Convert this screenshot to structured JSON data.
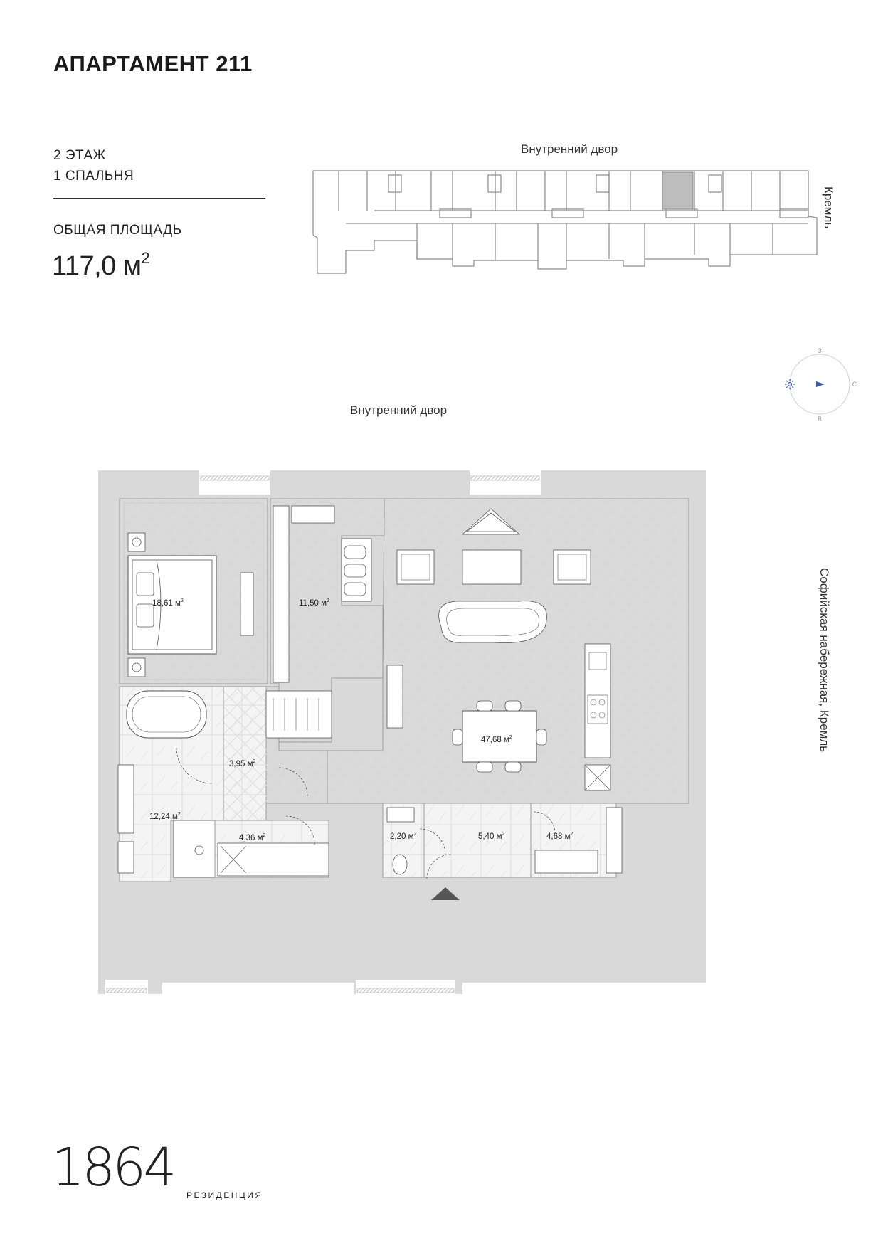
{
  "apartment": {
    "title": "АПАРТАМЕНТ 211",
    "floor": "2 ЭТАЖ",
    "bedrooms": "1 СПАЛЬНЯ",
    "total_area_label": "ОБЩАЯ ПЛОЩАДЬ",
    "total_area_value": "117,0 м",
    "total_area_unit_power": "2"
  },
  "key_plan": {
    "top_label": "Внутренний двор",
    "side_label": "Кремль"
  },
  "compass": {
    "north": "З",
    "east": "С",
    "south": "В",
    "accent_color": "#3d5aa8"
  },
  "plan": {
    "top_label": "Внутренний двор",
    "side_label": "Софийская набережная, Кремль",
    "rooms": [
      {
        "name": "bedroom",
        "area": "18,61 м",
        "power": "2"
      },
      {
        "name": "wardrobe",
        "area": "11,50 м",
        "power": "2"
      },
      {
        "name": "hallway",
        "area": "3,95 м",
        "power": "2"
      },
      {
        "name": "living-kitchen",
        "area": "47,68 м",
        "power": "2"
      },
      {
        "name": "master-bathroom",
        "area": "12,24 м",
        "power": "2"
      },
      {
        "name": "laundry",
        "area": "4,36 м",
        "power": "2"
      },
      {
        "name": "guest-wc",
        "area": "2,20 м",
        "power": "2"
      },
      {
        "name": "entrance-hall",
        "area": "5,40 м",
        "power": "2"
      },
      {
        "name": "dressing-room",
        "area": "4,68 м",
        "power": "2"
      }
    ]
  },
  "brand": {
    "logo": "1864",
    "subtitle": "РЕЗИДЕНЦИЯ"
  }
}
